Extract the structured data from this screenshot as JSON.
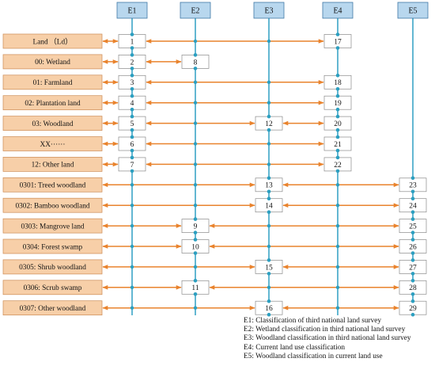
{
  "colors": {
    "header_fill": "#b8d7ee",
    "header_border": "#3f78a6",
    "category_fill": "#f7cfa8",
    "category_border": "#cc8b55",
    "arrow": "#e9832d",
    "vertical_line": "#3ca5c6",
    "dot": "#2c9fc0",
    "code_border": "#8a8a8a"
  },
  "columns": [
    {
      "id": "E1",
      "label": "E1"
    },
    {
      "id": "E2",
      "label": "E2"
    },
    {
      "id": "E3",
      "label": "E3"
    },
    {
      "id": "E4",
      "label": "E4"
    },
    {
      "id": "E5",
      "label": "E5"
    }
  ],
  "rows": [
    {
      "label": "Land （Ld）",
      "codes": [
        {
          "col": 0,
          "code": "1"
        },
        {
          "col": 3,
          "code": "17"
        }
      ]
    },
    {
      "label": "00: Wetland",
      "codes": [
        {
          "col": 0,
          "code": "2"
        },
        {
          "col": 1,
          "code": "8"
        }
      ]
    },
    {
      "label": "01: Farmland",
      "codes": [
        {
          "col": 0,
          "code": "3"
        },
        {
          "col": 3,
          "code": "18"
        }
      ]
    },
    {
      "label": "02: Plantation land",
      "codes": [
        {
          "col": 0,
          "code": "4"
        },
        {
          "col": 3,
          "code": "19"
        }
      ]
    },
    {
      "label": "03: Woodland",
      "codes": [
        {
          "col": 0,
          "code": "5"
        },
        {
          "col": 2,
          "code": "12"
        },
        {
          "col": 3,
          "code": "20"
        }
      ]
    },
    {
      "label": "XX······",
      "codes": [
        {
          "col": 0,
          "code": "6"
        },
        {
          "col": 3,
          "code": "21"
        }
      ]
    },
    {
      "label": "12: Other land",
      "codes": [
        {
          "col": 0,
          "code": "7"
        },
        {
          "col": 3,
          "code": "22"
        }
      ]
    },
    {
      "label": "0301: Treed woodland",
      "codes": [
        {
          "col": 2,
          "code": "13"
        },
        {
          "col": 4,
          "code": "23"
        }
      ]
    },
    {
      "label": "0302: Bamboo woodland",
      "codes": [
        {
          "col": 2,
          "code": "14"
        },
        {
          "col": 4,
          "code": "24"
        }
      ]
    },
    {
      "label": "0303: Mangrove land",
      "codes": [
        {
          "col": 1,
          "code": "9"
        },
        {
          "col": 4,
          "code": "25"
        }
      ]
    },
    {
      "label": "0304: Forest swamp",
      "codes": [
        {
          "col": 1,
          "code": "10"
        },
        {
          "col": 4,
          "code": "26"
        }
      ]
    },
    {
      "label": "0305: Shrub woodland",
      "codes": [
        {
          "col": 2,
          "code": "15"
        },
        {
          "col": 4,
          "code": "27"
        }
      ]
    },
    {
      "label": "0306: Scrub swamp",
      "codes": [
        {
          "col": 1,
          "code": "11"
        },
        {
          "col": 4,
          "code": "28"
        }
      ]
    },
    {
      "label": "0307: Other woodland",
      "codes": [
        {
          "col": 2,
          "code": "16"
        },
        {
          "col": 4,
          "code": "29"
        }
      ]
    }
  ],
  "legend": {
    "e1": "E1: Classification of third national land survey",
    "e2": "E2: Wetland classification  in third national land survey",
    "e3": "E3: Woodland classification in third national land survey",
    "e4": "E4: Current land use classification",
    "e5": "E5: Woodland classification in current land use"
  }
}
